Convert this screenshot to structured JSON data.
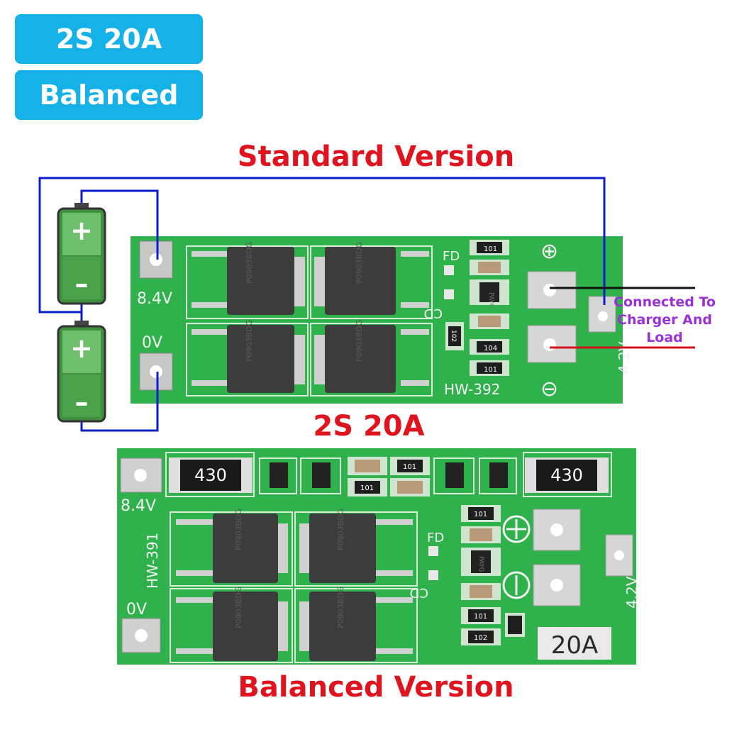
{
  "badges": {
    "top": "2S 20A",
    "bottom": "Balanced"
  },
  "titles": {
    "standard": "Standard Version",
    "middle": "2S 20A",
    "balanced": "Balanced Version"
  },
  "battery": {
    "plus": "+",
    "minus": "–"
  },
  "standard_board": {
    "label_84v": "8.4V",
    "label_0v": "0V",
    "label_42v": "4.2V",
    "label_fd": "FD",
    "label_cd": "CD",
    "model": "HW-392",
    "plus_symbol": "⊕",
    "minus_symbol": "⊖",
    "resistors": [
      "101",
      "102",
      "104",
      "101"
    ],
    "chip_marks": [
      "P0903BDG",
      "P0903BDG",
      "P0903BDG",
      "P0903BDG"
    ],
    "ic_mark": "PAYG"
  },
  "annotation": {
    "line1": "Connected To",
    "line2": "Charger And",
    "line3": "Load"
  },
  "balanced_board": {
    "label_84v": "8.4V",
    "label_0v": "0V",
    "label_42v": "4.2V",
    "label_fd": "FD",
    "label_cd": "CD",
    "model": "HW-391",
    "big_res_left": "430",
    "big_res_right": "430",
    "rating": "20A",
    "resistors": [
      "101",
      "101",
      "101",
      "101",
      "102"
    ],
    "chip_marks": [
      "P0903BDG",
      "P0903BDG",
      "P0903BDG",
      "P0903BDG"
    ],
    "ic_mark": "PAYG"
  },
  "colors": {
    "badge_bg": "#14b2e8",
    "title_red": "#e0141e",
    "pcb_green": "#2fb24c",
    "wire_blue": "#0a1ecc",
    "annotation_purple": "#9b30d8",
    "battery_green": "#4caf50"
  }
}
